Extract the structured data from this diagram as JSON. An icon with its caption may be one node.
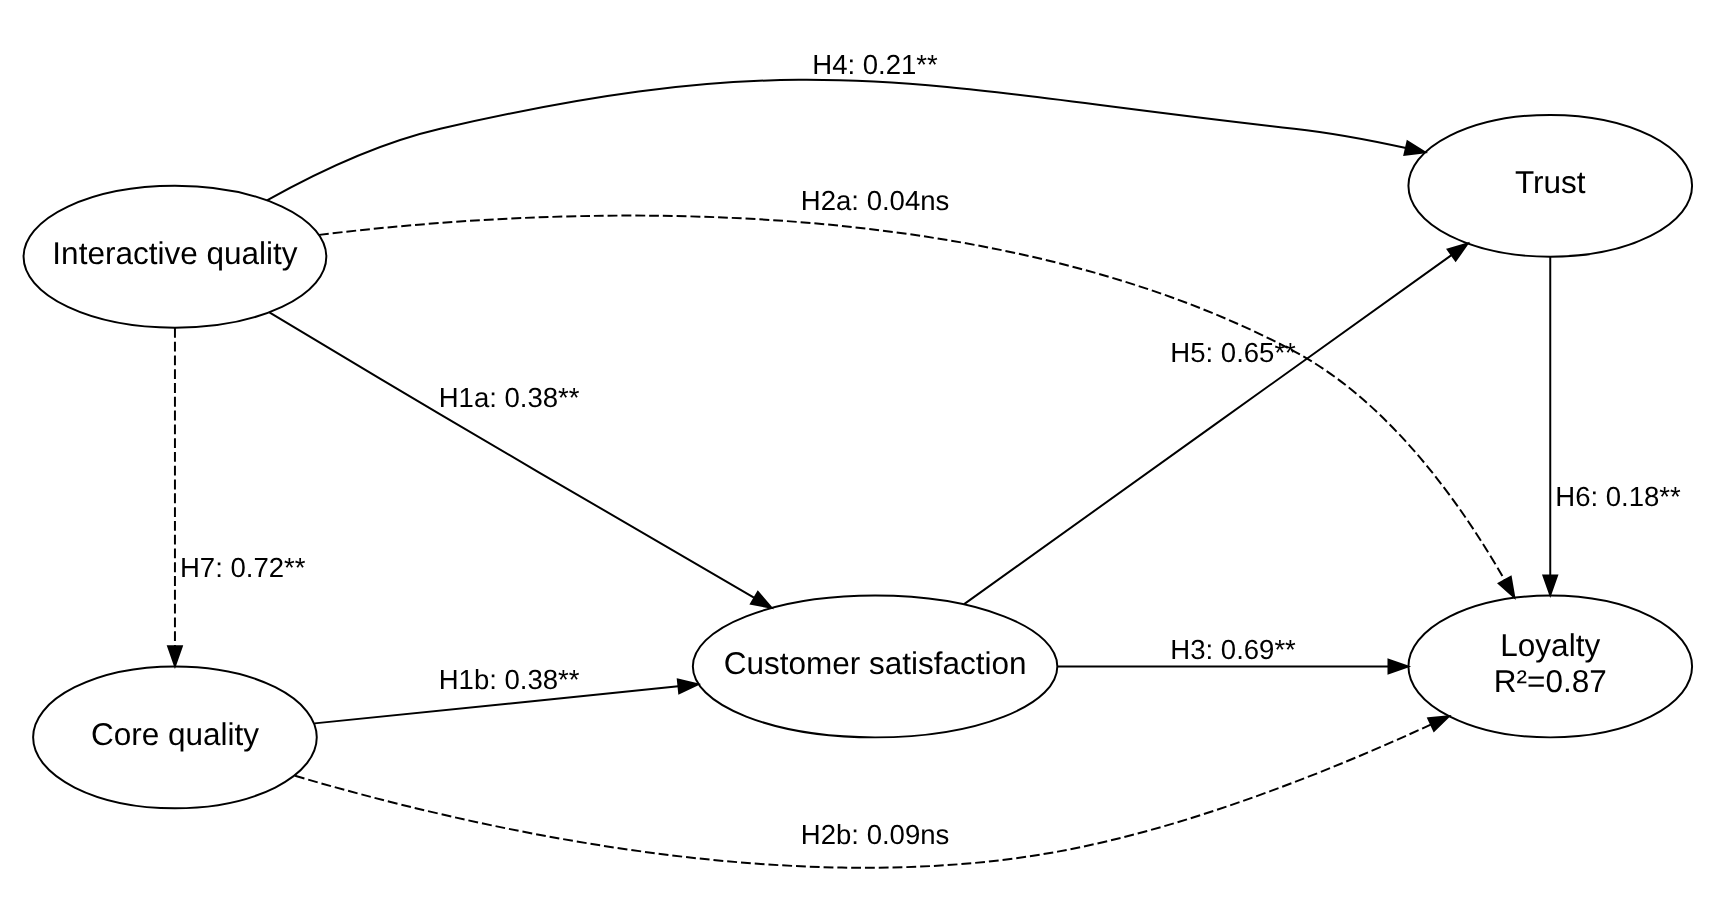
{
  "diagram": {
    "nodes": [
      {
        "text": [
          "Interactive quality"
        ]
      },
      {
        "text": [
          "Trust"
        ]
      },
      {
        "text": [
          "Customer satisfaction"
        ]
      },
      {
        "text": [
          "Core quality"
        ]
      },
      {
        "text": [
          "Loyalty",
          "R²=0.87"
        ]
      }
    ],
    "edges": [
      {
        "from": 0,
        "to": 1,
        "arrow": "to",
        "label": "H4: 0.21**"
      },
      {
        "from": 0,
        "to": 2,
        "arrow": "to",
        "label": "H1a: 0.38**"
      },
      {
        "from": 0,
        "to": 3,
        "arrow": "to",
        "label": "H7: 0.72**",
        "style": "dashed"
      },
      {
        "from": 0,
        "to": 4,
        "arrow": "to",
        "label": "H2a: 0.04ns",
        "style": "dashed"
      },
      {
        "from": 2,
        "to": 1,
        "arrow": "to",
        "label": "H5: 0.65**"
      },
      {
        "from": 1,
        "to": 4,
        "arrow": "to",
        "label": "H6: 0.18**"
      },
      {
        "from": 2,
        "to": 4,
        "arrow": "to",
        "label": "H3: 0.69**"
      },
      {
        "from": 3,
        "to": 2,
        "arrow": "to",
        "label": "H1b: 0.38**"
      },
      {
        "from": 3,
        "to": 4,
        "arrow": "to",
        "label": "H2b: 0.09ns",
        "style": "dashed"
      }
    ]
  }
}
